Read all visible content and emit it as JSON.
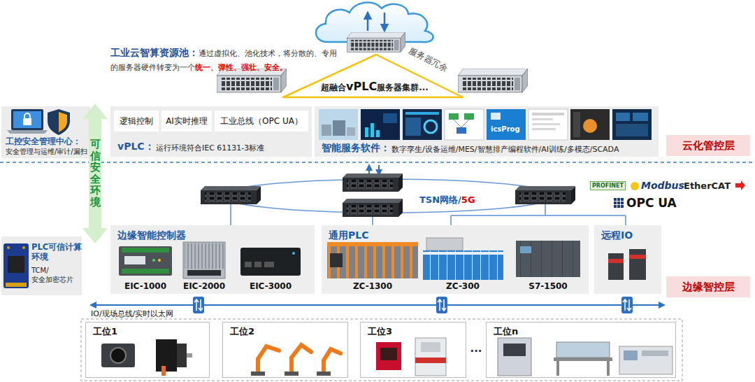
{
  "diagram": {
    "nodes": [
      {
        "text": [
          "工控安全管理中心：",
          "安全管理与运维/审计/漏扫"
        ]
      },
      {
        "text": [
          "vPLC：",
          "运行环境符合IEC 61131-3标准"
        ]
      },
      {
        "text": [
          "逻辑控制"
        ],
        "in": 1
      },
      {
        "text": [
          "AI实时推理"
        ],
        "in": 1
      },
      {
        "text": [
          "工业总线（OPC UA）"
        ],
        "in": 1
      },
      {
        "text": [
          "智能服务软件：",
          "数字孪生/设备运维/MES/智慧排产编程软件/AI训练/多模态/SCADA"
        ]
      },
      {
        "text": [
          "云化管控层"
        ]
      },
      {
        "text": [
          "可信安全环境"
        ]
      },
      {
        "text": [
          "边缘智能控制器"
        ]
      },
      {
        "text": [
          "通用PLC"
        ]
      },
      {
        "text": [
          "远程IO"
        ]
      },
      {
        "text": [
          "PLC可信计算 环境",
          "TCM/ 安全加密芯片"
        ]
      },
      {
        "text": [
          "边缘智控层"
        ]
      },
      {
        "text": [
          "工位1"
        ]
      },
      {
        "text": [
          "工位2"
        ]
      },
      {
        "text": [
          "工位3"
        ]
      },
      {
        "text": [
          "工位n"
        ]
      }
    ],
    "labels": [
      "工业云智算资源池：",
      "通过虚拟化、池化技术，将分散的、专用的服务器硬件转变为一个",
      "统一、弹性、强壮、安全。",
      "服务器冗余",
      "超融合",
      "vPLC",
      "服务器集群...",
      "icsProg",
      "TSN网络/",
      "5G",
      "PROFINET",
      "Modbus",
      "EtherCAT",
      "OPC UA",
      "EIC-1000",
      "EIC-2000",
      "EIC-3000",
      "ZC-1300",
      "ZC-300",
      "S7-1500",
      "IO/现场总线/实时以太网",
      "..."
    ]
  }
}
